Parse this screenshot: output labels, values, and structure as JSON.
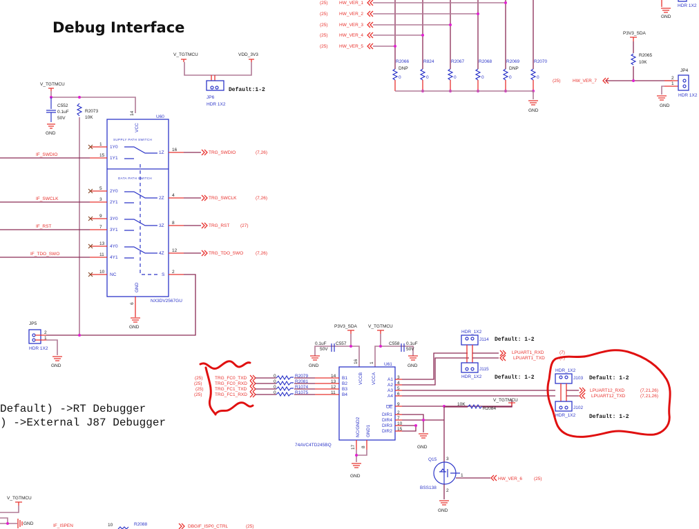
{
  "title": "Debug Interface",
  "notes": {
    "line1": "Default) ->RT Debugger",
    "line2": ") ->External J87 Debugger"
  },
  "power": {
    "v_tgtmcu": "V_TGTMCU",
    "vdd_3v3": "VDD_3V3",
    "p3v3_sda": "P3V3_SDA",
    "gnd": "GND"
  },
  "jp6": {
    "ref": "JP6",
    "type": "HDR 1X2",
    "default": "Default:1-2"
  },
  "jp4": {
    "ref": "JP4",
    "type": "HDR 1X2",
    "pin1": "1",
    "pin2": "2"
  },
  "jp5": {
    "ref": "JP5",
    "type": "HDR 1X2",
    "pin1": "1",
    "pin2": "2"
  },
  "top_right_header": {
    "type": "HDR 1X2"
  },
  "c552": {
    "ref": "C552",
    "value": "0.1uF",
    "voltage": "50V"
  },
  "r2073": {
    "ref": "R2073",
    "value": "10K"
  },
  "r2065": {
    "ref": "R2065",
    "value": "10K"
  },
  "u60": {
    "ref": "U60",
    "part": "NX3DV2567GU",
    "vcc": "VCC",
    "gnd": "GND",
    "vcc_pin": "14",
    "gnd_pin": "6",
    "supply_label": "SUPPLY PATH SWITCH",
    "data_label": "DATA PATH SWITCH",
    "left_pins": [
      {
        "name": "1Y0",
        "num": "1"
      },
      {
        "name": "1Y1",
        "num": "15"
      },
      {
        "name": "2Y0",
        "num": "5"
      },
      {
        "name": "2Y1",
        "num": "3"
      },
      {
        "name": "3Y0",
        "num": "9"
      },
      {
        "name": "3Y1",
        "num": "7"
      },
      {
        "name": "4Y0",
        "num": "13"
      },
      {
        "name": "4Y1",
        "num": "11"
      },
      {
        "name": "NC",
        "num": "10"
      }
    ],
    "right_pins": [
      {
        "name": "1Z",
        "num": "16"
      },
      {
        "name": "2Z",
        "num": "4"
      },
      {
        "name": "3Z",
        "num": "8"
      },
      {
        "name": "4Z",
        "num": "12"
      },
      {
        "name": "S",
        "num": "2"
      }
    ]
  },
  "if_nets": [
    "IF_SWDIO",
    "IF_SWCLK",
    "IF_RST",
    "IF_TDO_SWO"
  ],
  "trg_nets": [
    {
      "name": "TRG_SWDIO",
      "ref": "(7,26)"
    },
    {
      "name": "TRG_SWCLK",
      "ref": "(7,26)"
    },
    {
      "name": "TRG_RST",
      "ref": "(27)"
    },
    {
      "name": "TRG_TDO_SWO",
      "ref": "(7,26)"
    }
  ],
  "hw_ver": [
    {
      "name": "HW_VER_1",
      "ref": "(25)"
    },
    {
      "name": "HW_VER_2",
      "ref": "(25)"
    },
    {
      "name": "HW_VER_3",
      "ref": "(25)"
    },
    {
      "name": "HW_VER_4",
      "ref": "(25)"
    },
    {
      "name": "HW_VER_5",
      "ref": "(25)"
    }
  ],
  "hw_ver_7": {
    "name": "HW_VER_7",
    "ref": "(25)"
  },
  "hw_ver_6": {
    "name": "HW_VER_6",
    "ref": "(25)"
  },
  "strap_resistors": [
    {
      "ref": "R2066",
      "value": "0",
      "dnp": "DNP"
    },
    {
      "ref": "R824",
      "value": "0",
      "dnp": ""
    },
    {
      "ref": "R2067",
      "value": "0",
      "dnp": ""
    },
    {
      "ref": "R2068",
      "value": "0",
      "dnp": ""
    },
    {
      "ref": "R2069",
      "value": "0",
      "dnp": "DNP"
    },
    {
      "ref": "R2070",
      "value": "0",
      "dnp": ""
    }
  ],
  "u61": {
    "ref": "U61",
    "part": "74AVC4TD245BQ",
    "vccb": "VCCB",
    "vcca": "VCCA",
    "vccb_pin": "16",
    "vcca_pin": "1",
    "gnd2": "NC/GND2",
    "gnd1": "GND1",
    "gnd2_pin": "17",
    "gnd1_pin": "8",
    "b_pins": [
      {
        "name": "B1",
        "num": "14"
      },
      {
        "name": "B2",
        "num": "13"
      },
      {
        "name": "B3",
        "num": "12"
      },
      {
        "name": "B4",
        "num": "11"
      }
    ],
    "a_pins": [
      {
        "name": "A1",
        "num": "3"
      },
      {
        "name": "A2",
        "num": "4"
      },
      {
        "name": "A3",
        "num": "5"
      },
      {
        "name": "A4",
        "num": "6"
      }
    ],
    "oe": {
      "name": "OE",
      "num": "9"
    },
    "dir_pins": [
      {
        "name": "DIR1",
        "num": "2"
      },
      {
        "name": "DIR4",
        "num": "7"
      },
      {
        "name": "DIR3",
        "num": "10"
      },
      {
        "name": "DIR2",
        "num": "15"
      }
    ]
  },
  "c557": {
    "ref": "C557",
    "value": "0.1uF",
    "voltage": "50V"
  },
  "c558": {
    "ref": "C558",
    "value": "0.1uF",
    "voltage": "50V"
  },
  "fc_nets": [
    {
      "name": "TRG_FC0_TXD",
      "ref": "(25)",
      "res": "R2079",
      "val": "0"
    },
    {
      "name": "TRG_FC0_RXD",
      "ref": "(25)",
      "res": "R2081",
      "val": "0"
    },
    {
      "name": "TRG_FC1_TXD",
      "ref": "(25)",
      "res": "R1074",
      "val": "0"
    },
    {
      "name": "TRG_FC1_RXD",
      "ref": "(25)",
      "res": "R1075",
      "val": "0"
    }
  ],
  "j114": {
    "ref": "J114",
    "type": "HDR_1X2",
    "default": "Default: 1-2"
  },
  "j115": {
    "ref": "J115",
    "type": "HDR_1X2",
    "default": "Default: 1-2"
  },
  "j103": {
    "ref": "J103",
    "type": "HDR_1X2",
    "default": "Default: 1-2"
  },
  "j102": {
    "ref": "J102",
    "type": "HDR_1X2",
    "default": "Default: 1-2"
  },
  "lpuart1": [
    {
      "name": "LPUART1_RXD",
      "ref": "(7)"
    },
    {
      "name": "LPUART1_TXD",
      "ref": "(7)"
    }
  ],
  "lpuart12": [
    {
      "name": "LPUART12_RXD",
      "ref": "(7,21,26)"
    },
    {
      "name": "LPUART12_TXD",
      "ref": "(7,21,26)"
    }
  ],
  "r2084": {
    "ref": "R2084",
    "value": "10K"
  },
  "q15": {
    "ref": "Q15",
    "part": "BSS138",
    "pin1": "1",
    "pin2": "2",
    "pin3": "3"
  },
  "bottom": {
    "if_ispen": "IF_ISPEN",
    "r2088": "R2088",
    "r2088_val": "10",
    "dbgif": "DBGIF_ISP0_CTRL",
    "dbgif_ref": "(25)"
  },
  "colors": {
    "wire": "#8a2a55",
    "pin": "#e8302c",
    "part": "#2c35c8",
    "junction": "#e020d0",
    "markup": "#e01010"
  }
}
